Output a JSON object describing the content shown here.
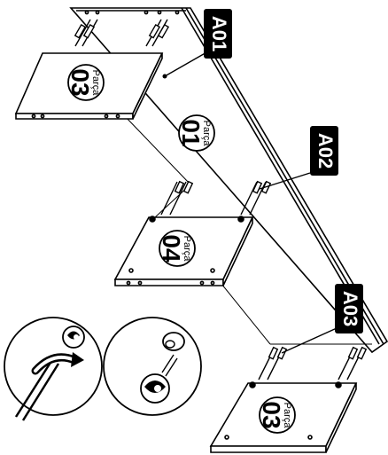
{
  "labels": {
    "a01": "A01",
    "a02": "A02",
    "a03": "A03"
  },
  "parts": {
    "top": {
      "word": "Parça",
      "number": "03"
    },
    "side": {
      "word": "Parça",
      "number": "01"
    },
    "shelf": {
      "word": "Parça",
      "number": "04"
    },
    "bottom": {
      "word": "Parça",
      "number": "03"
    }
  },
  "colors": {
    "ink": "#000000",
    "paper": "#ffffff",
    "tag_bg": "#000000",
    "tag_text": "#ffffff"
  }
}
